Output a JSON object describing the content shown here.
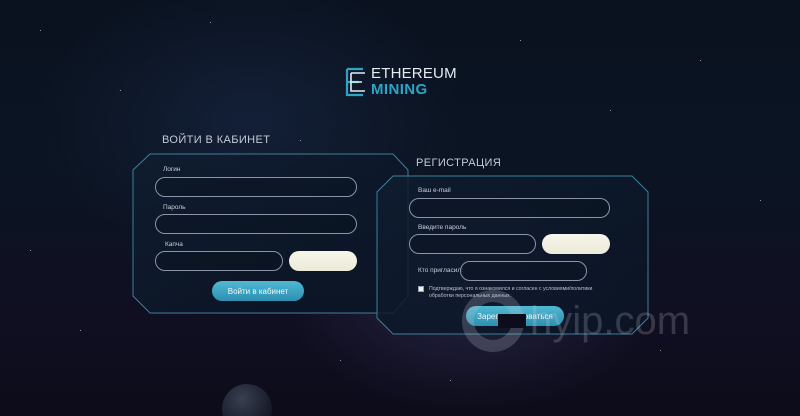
{
  "logo": {
    "line1": "ETHEREUM",
    "line2": "MINING",
    "accent": "#2aa5c6"
  },
  "login": {
    "heading": "ВОЙТИ В КАБИНЕТ",
    "login_label": "Логин",
    "password_label": "Пароль",
    "captcha_label": "Капча",
    "submit_label": "Войти в кабинет"
  },
  "register": {
    "heading": "РЕГИСТРАЦИЯ",
    "email_label": "Ваш e-mail",
    "password_label": "Введите пароль",
    "invite_label": "Кто пригласил:",
    "consent_text": "Подтверждаю, что я ознакомился и согласен с условиями/политики обработки персональных данных.",
    "submit_label": "Зарегистрироваться"
  },
  "watermark": {
    "text": "hyip.com"
  },
  "colors": {
    "button": "#3fa6c4",
    "frame": "#3d7f98",
    "background": "#0b1422"
  }
}
